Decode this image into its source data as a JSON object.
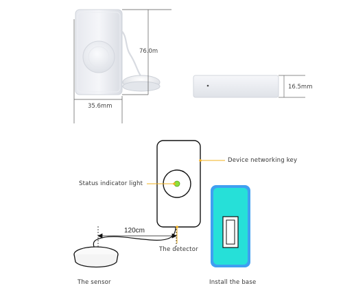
{
  "dimensions": {
    "width": "35.6mm",
    "height": "76.0m",
    "thickness": "16.5mm"
  },
  "cable_length": "120cm",
  "callouts": {
    "networking_key": "Device networking key",
    "status_light": "Status indicator light",
    "detector": "The detector",
    "sensor": "The sensor",
    "base": "Install the base"
  },
  "colors": {
    "indicator": "#8ee03a",
    "callout_dot": "#f2b01e",
    "base_fill": "#26e0d8",
    "base_glow": "#3aa0ff"
  }
}
